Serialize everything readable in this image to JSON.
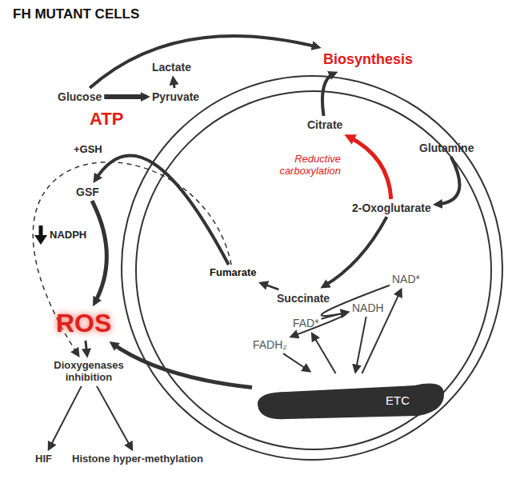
{
  "diagram": {
    "title": "FH MUTANT CELLS",
    "nodes": [
      {
        "text": [
          "Glucose"
        ]
      },
      {
        "text": [
          "Pyruvate"
        ]
      },
      {
        "text": [
          "Lactate"
        ]
      },
      {
        "text": [
          "Biosynthesis"
        ]
      },
      {
        "text": [
          "Glutamine"
        ]
      },
      {
        "text": [
          "Citrate"
        ]
      },
      {
        "text": [
          "2-Oxoglutarate"
        ]
      },
      {
        "text": [
          "GSF"
        ]
      },
      {
        "text": [
          "Fumarate"
        ]
      },
      {
        "text": [
          "Succinate"
        ]
      },
      {
        "text": [
          "NAD*"
        ]
      },
      {
        "text": [
          "NADH"
        ]
      },
      {
        "text": [
          "FAD*"
        ]
      },
      {
        "text": [
          "FADH₂"
        ]
      },
      {
        "text": [
          "ROS"
        ]
      },
      {
        "text": [
          "ETC"
        ]
      },
      {
        "text": [
          "Dioxygenases inhibition"
        ]
      },
      {
        "text": [
          "HIF"
        ]
      },
      {
        "text": [
          "Histone hyper-methylation"
        ]
      }
    ],
    "edges": [
      {
        "from": 0,
        "to": 1,
        "arrow": "to"
      },
      {
        "from": 1,
        "to": 2,
        "arrow": "to"
      },
      {
        "from": 0,
        "to": 3,
        "arrow": "to"
      },
      {
        "from": 5,
        "to": 3,
        "arrow": "to"
      },
      {
        "from": 4,
        "to": 6,
        "arrow": "to"
      },
      {
        "from": 6,
        "to": 5,
        "arrow": "to"
      },
      {
        "from": 6,
        "to": 9,
        "arrow": "to"
      },
      {
        "from": 9,
        "to": 8,
        "arrow": "to"
      },
      {
        "from": 8,
        "to": 7,
        "arrow": "to"
      },
      {
        "from": 10,
        "to": 11,
        "arrow": "to"
      },
      {
        "from": 11,
        "to": 15,
        "arrow": "to"
      },
      {
        "from": 15,
        "to": 10,
        "arrow": "to"
      },
      {
        "from": 12,
        "to": 13,
        "arrow": "to"
      },
      {
        "from": 13,
        "to": 15,
        "arrow": "to"
      },
      {
        "from": 15,
        "to": 12,
        "arrow": "to"
      },
      {
        "from": 7,
        "to": 14,
        "arrow": "to"
      },
      {
        "from": 15,
        "to": 14,
        "arrow": "to"
      },
      {
        "from": 14,
        "to": 16,
        "arrow": "to"
      },
      {
        "from": 8,
        "to": 16,
        "arrow": "to"
      },
      {
        "from": 16,
        "to": 17,
        "arrow": "to"
      },
      {
        "from": 16,
        "to": 18,
        "arrow": "to"
      }
    ],
    "labels": [
      "ATP",
      "Reductive carboxylation",
      "+GSH",
      "NADPH"
    ]
  }
}
